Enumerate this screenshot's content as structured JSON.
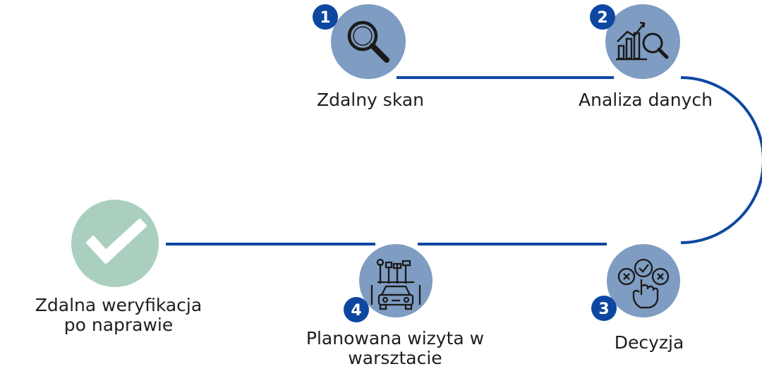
{
  "colors": {
    "connector": "#0d47a1",
    "step_circle": "#7f9cc2",
    "number_badge": "#0d47a1",
    "done_circle": "#aacfbf",
    "icon_stroke": "#1a1a1a",
    "text": "#1e1e1e"
  },
  "steps": [
    {
      "number": "1",
      "label_lines": [
        "Zdalny skan"
      ],
      "icon": "magnifier-icon"
    },
    {
      "number": "2",
      "label_lines": [
        "Analiza danych"
      ],
      "icon": "chart-analysis-icon"
    },
    {
      "number": "3",
      "label_lines": [
        "Decyzja"
      ],
      "icon": "decision-hand-icon"
    },
    {
      "number": "4",
      "label_lines": [
        "Planowana wizyta w",
        "warsztacie"
      ],
      "icon": "workshop-car-icon"
    }
  ],
  "final_step": {
    "label_lines": [
      "Zdalna weryfikacja",
      "po naprawie"
    ],
    "icon": "checkmark-icon"
  }
}
